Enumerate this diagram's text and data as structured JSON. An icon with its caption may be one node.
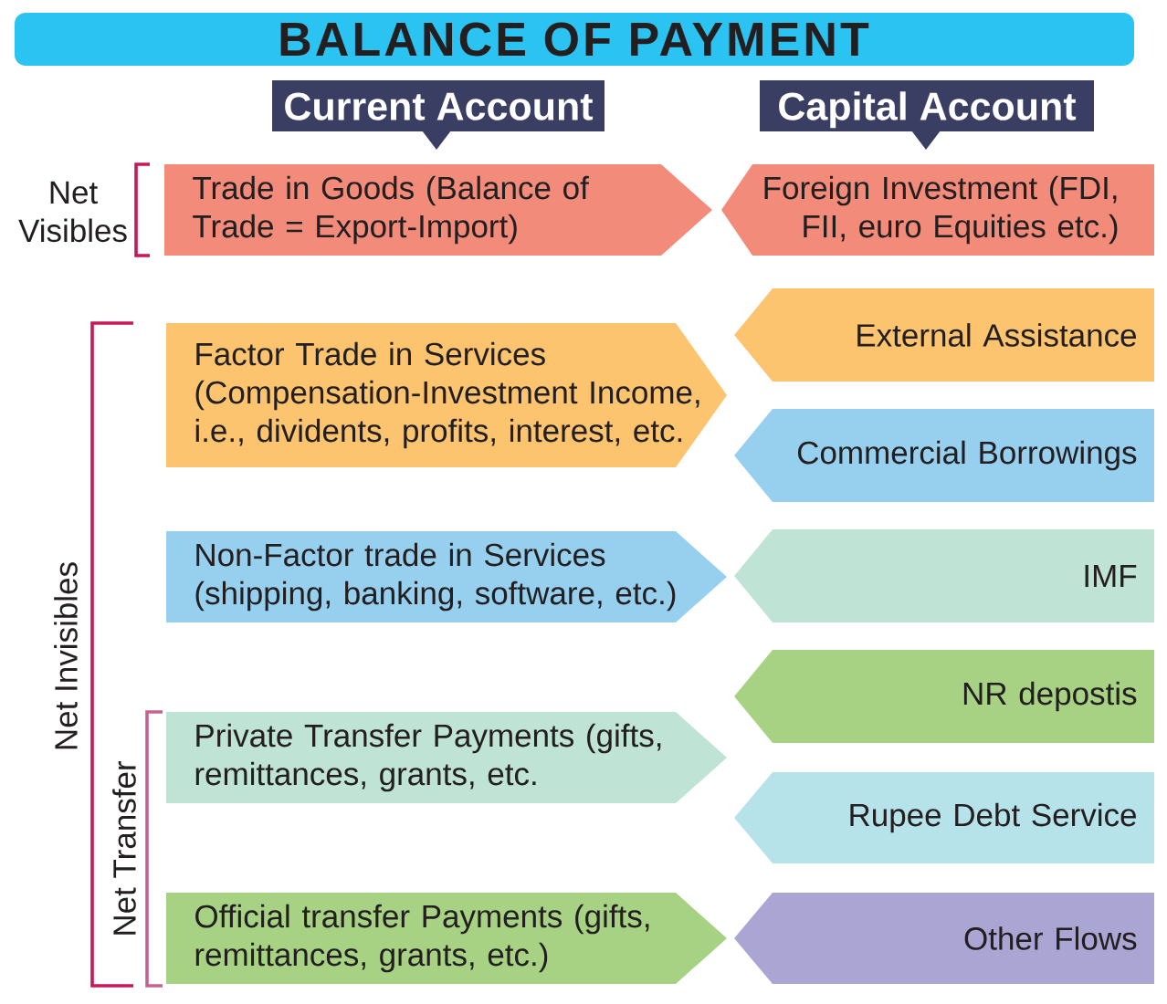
{
  "diagram": {
    "title": "BALANCE OF PAYMENT",
    "nodes": [
      {
        "text": [
          "Current Account"
        ]
      },
      {
        "text": [
          "Capital Account"
        ]
      },
      {
        "text": [
          "Trade in Goods (Balance of Trade = Export-Import)"
        ]
      },
      {
        "text": [
          "Foreign Investment (FDI, FII, euro Equities etc.)"
        ]
      },
      {
        "text": [
          "Factor Trade in Services (Compensation-Investment Income, i.e., dividents, profits, interest, etc."
        ]
      },
      {
        "text": [
          "External Assistance"
        ]
      },
      {
        "text": [
          "Commercial Borrowings"
        ]
      },
      {
        "text": [
          "Non-Factor trade in Services (shipping, banking, software, etc.)"
        ]
      },
      {
        "text": [
          "IMF"
        ]
      },
      {
        "text": [
          "NR depostis"
        ]
      },
      {
        "text": [
          "Private Transfer Payments (gifts, remittances, grants, etc."
        ]
      },
      {
        "text": [
          "Rupee Debt Service"
        ]
      },
      {
        "text": [
          "Official transfer Payments (gifts, remittances, grants, etc.)"
        ]
      },
      {
        "text": [
          "Other Flows"
        ]
      }
    ],
    "labels": [
      "Net Visibles",
      "Net Invisibles",
      "Net Transfer"
    ]
  }
}
